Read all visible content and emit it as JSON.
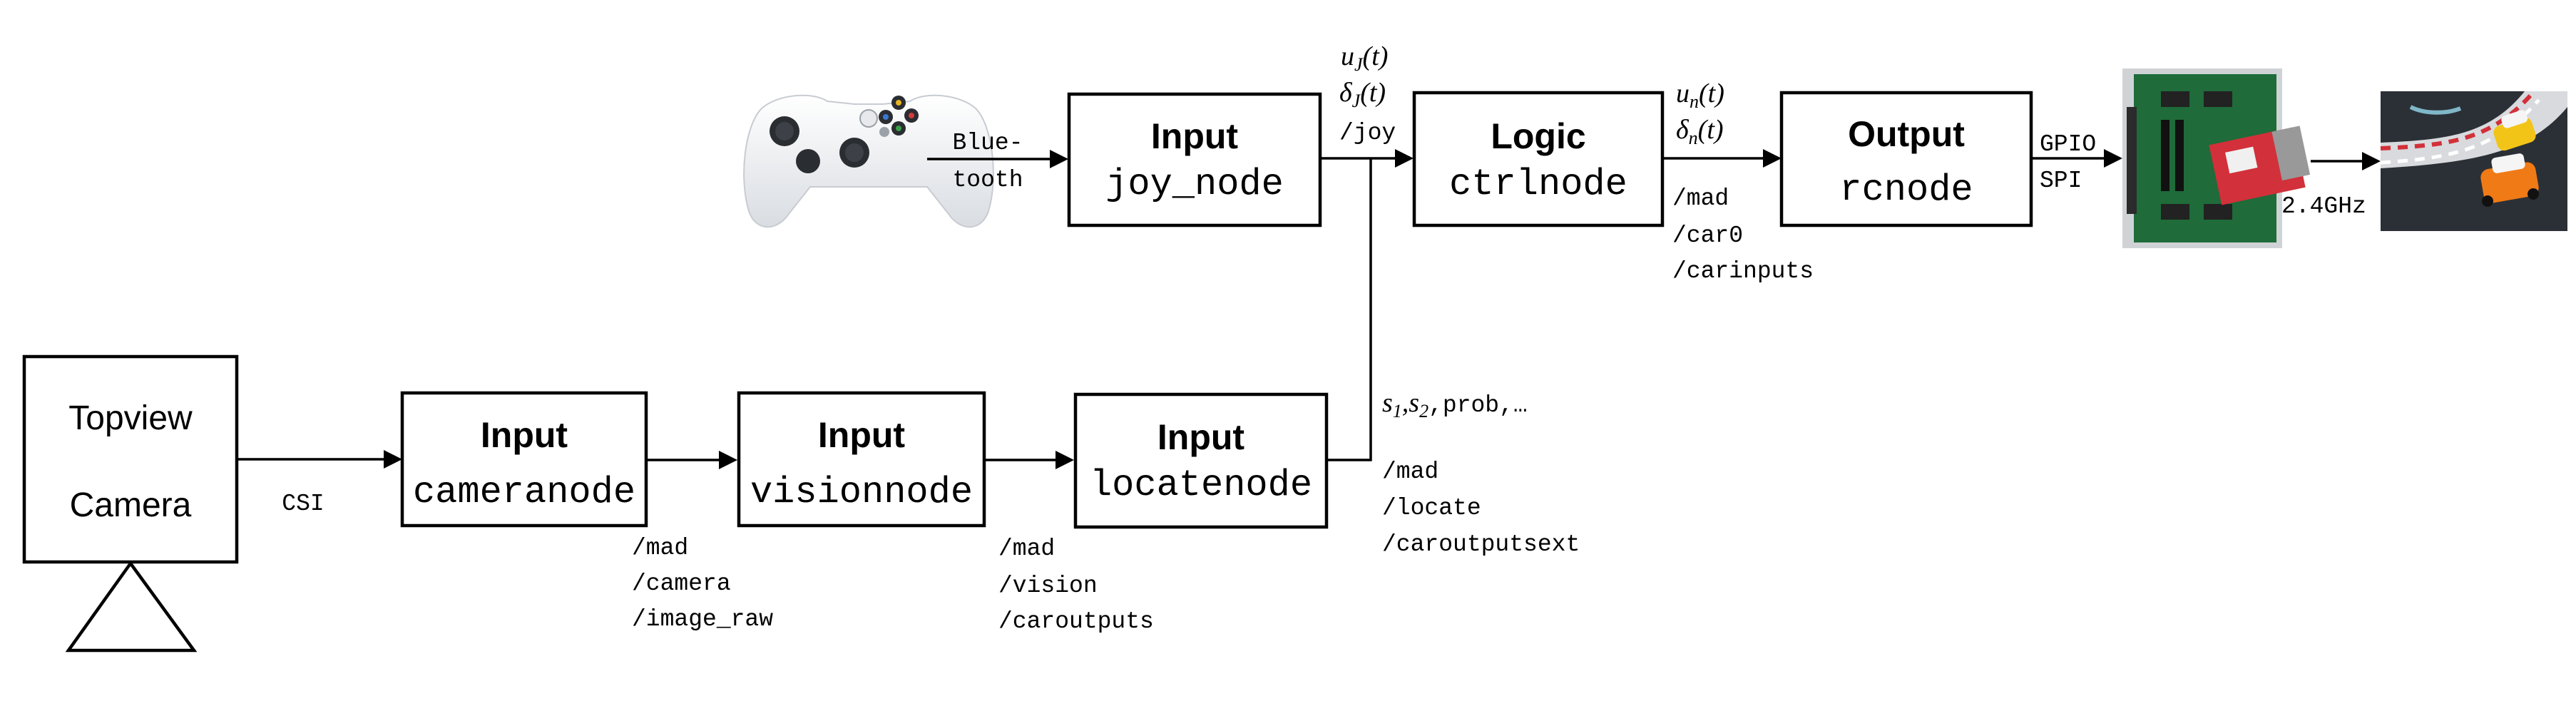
{
  "camera": {
    "line1": "Topview",
    "line2": "Camera",
    "link": "CSI"
  },
  "controller_link": {
    "line1": "Blue-",
    "line2": "tooth"
  },
  "nodes": {
    "joy": {
      "kind": "Input",
      "name": "joy_node"
    },
    "ctrl": {
      "kind": "Logic",
      "name": "ctrlnode"
    },
    "rc": {
      "kind": "Output",
      "name": "rcnode"
    },
    "camera": {
      "kind": "Input",
      "name": "cameranode"
    },
    "vision": {
      "kind": "Input",
      "name": "visionnode"
    },
    "locate": {
      "kind": "Input",
      "name": "locatenode"
    }
  },
  "topics": {
    "joy_out": {
      "u": "u",
      "u_sub": "J",
      "u_arg": "(t)",
      "d": "δ",
      "d_sub": "J",
      "d_arg": "(t)",
      "topic": "/joy"
    },
    "ctrl_out": {
      "u": "u",
      "u_sub": "n",
      "u_arg": "(t)",
      "d": "δ",
      "d_sub": "n",
      "d_arg": "(t)",
      "topics": [
        "/mad",
        "/car0",
        "/carinputs"
      ]
    },
    "camera_out": [
      "/mad",
      "/camera",
      "/image_raw"
    ],
    "vision_out": [
      "/mad",
      "/vision",
      "/caroutputs"
    ],
    "locate_out": {
      "s": "s",
      "s1_sub": "1",
      "comma": ",",
      "s2_sub": "2",
      "rest": ",prob,…",
      "topics": [
        "/mad",
        "/locate",
        "/caroutputsext"
      ]
    }
  },
  "rc_out": {
    "line1": "GPIO",
    "line2": "SPI"
  },
  "radio": {
    "label": "2.4GHz"
  },
  "images": {
    "controller": "gamepad-image",
    "board": "circuit-board-photo",
    "cars": "rc-cars-track-photo"
  },
  "colors": {
    "stroke": "#000000",
    "board_green": "#1f6b3a",
    "board_red": "#d2303a",
    "car_yellow": "#f2c417",
    "car_orange": "#f07a16",
    "track": "#2b3036"
  }
}
